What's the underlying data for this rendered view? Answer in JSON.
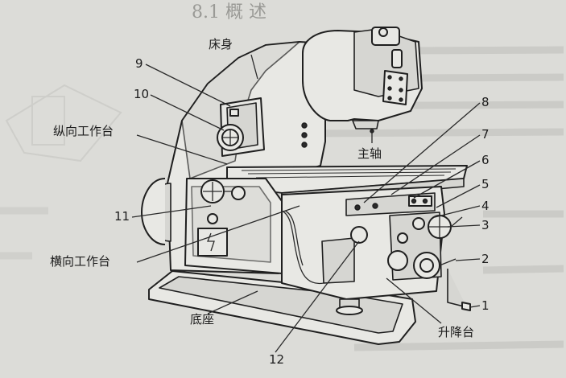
{
  "header": {
    "section": "8.1 概 述"
  },
  "labels": {
    "bed": "床身",
    "spindle": "主轴",
    "longitudinal_table": "纵向工作台",
    "cross_table": "横向工作台",
    "base": "底座",
    "knee": "升降台"
  },
  "callouts": [
    "1",
    "2",
    "3",
    "4",
    "5",
    "6",
    "7",
    "8",
    "9",
    "10",
    "11",
    "12"
  ]
}
